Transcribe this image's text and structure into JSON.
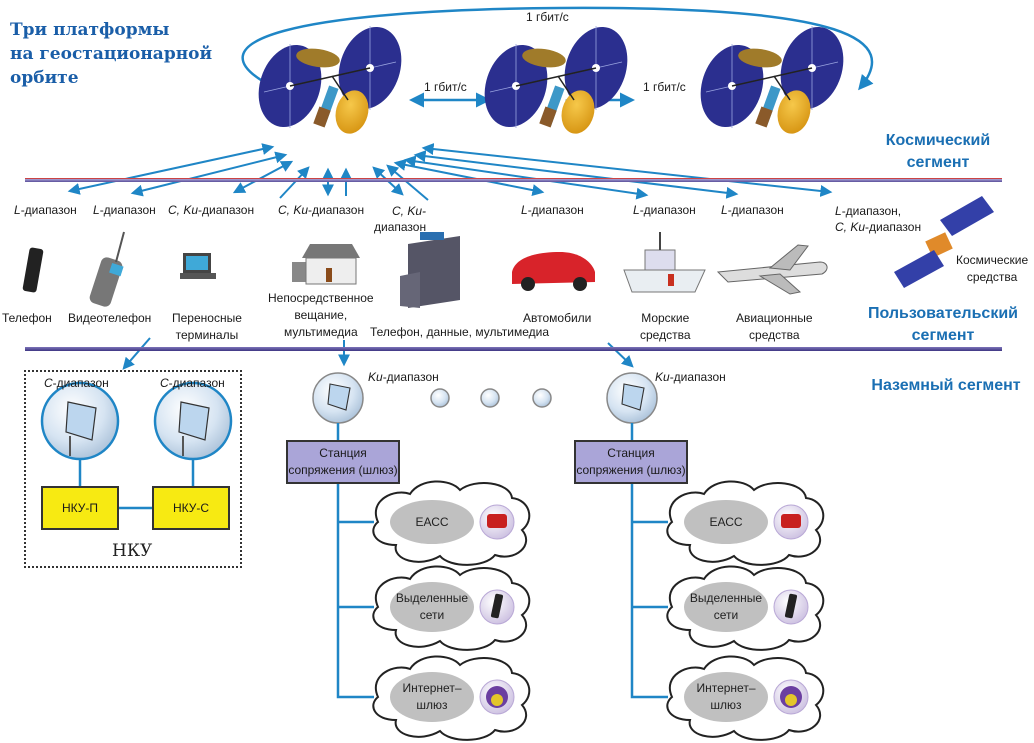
{
  "title": "Три платформы\nна геостационарной\nорбите",
  "title_lines": [
    "Три платформы",
    "на геостационарной",
    "орбите"
  ],
  "links": {
    "top_loop": "1 гбит/с",
    "sat1_sat2": "1 гбит/с",
    "sat2_sat3": "1 гбит/с"
  },
  "segments": {
    "space": [
      "Космический",
      "сегмент"
    ],
    "user": [
      "Пользовательский",
      "сегмент"
    ],
    "ground": "Наземный сегмент"
  },
  "user_terminals": [
    {
      "band_italic": "L",
      "band_rest": "-диапазон",
      "label": [
        "Телефон"
      ],
      "icon": "phone-icon"
    },
    {
      "band_italic": "L",
      "band_rest": "-диапазон",
      "label": [
        "Видеотелефон"
      ],
      "icon": "videophone-icon"
    },
    {
      "band_italic": "C, Ku",
      "band_rest": "-диапазон",
      "label": [
        "Переносные",
        "терминалы"
      ],
      "icon": "laptop-terminal-icon"
    },
    {
      "band_italic": "C, Ku",
      "band_rest": "-диапазон",
      "label": [
        "Непосредственное",
        "вещание,",
        "мультимедиа"
      ],
      "icon": "house-icon"
    },
    {
      "band_italic": "C, Ku-",
      "band_rest": "диапазон",
      "label": [
        "Телефон, данные, мультимедиа"
      ],
      "icon": "office-building-icon"
    },
    {
      "band_italic": "L",
      "band_rest": "-диапазон",
      "label": [
        "Автомобили"
      ],
      "icon": "car-icon"
    },
    {
      "band_italic": "L",
      "band_rest": "-диапазон",
      "label": [
        "Морские",
        "средства"
      ],
      "icon": "ship-icon"
    },
    {
      "band_italic": "L",
      "band_rest": "-диапазон",
      "label": [
        "Авиационные",
        "средства"
      ],
      "icon": "airplane-icon"
    },
    {
      "band_italic": "L",
      "band_rest": "-диапазон,",
      "band2_italic": "C, Ku",
      "band2_rest": "-диапазон",
      "label": [
        "Космические",
        "средства"
      ],
      "icon": "spacecraft-icon"
    }
  ],
  "nku": {
    "label": "НКУ",
    "stations": [
      {
        "band_italic": "C",
        "band_rest": "-диапазон",
        "box": "НКУ-П"
      },
      {
        "band_italic": "C",
        "band_rest": "-диапазон",
        "box": "НКУ-С"
      }
    ]
  },
  "gateways": [
    {
      "band_italic": "Ku",
      "band_rest": "-диапазон",
      "station": [
        "Станция",
        "сопряжения (шлюз)"
      ],
      "networks": [
        {
          "label": [
            "ЕАСС"
          ],
          "icon": "desk-phone-icon"
        },
        {
          "label": [
            "Выделенные",
            "сети"
          ],
          "icon": "mobile-phone-icon"
        },
        {
          "label": [
            "Интернет–",
            "шлюз"
          ],
          "icon": "globe-www-icon"
        }
      ]
    },
    {
      "band_italic": "Ku",
      "band_rest": "-диапазон",
      "station": [
        "Станция",
        "сопряжения (шлюз)"
      ],
      "networks": [
        {
          "label": [
            "ЕАСС"
          ],
          "icon": "desk-phone-icon"
        },
        {
          "label": [
            "Выделенные",
            "сети"
          ],
          "icon": "mobile-phone-icon"
        },
        {
          "label": [
            "Интернет–",
            "шлюз"
          ],
          "icon": "globe-www-icon"
        }
      ]
    }
  ],
  "colors": {
    "title_blue": "#1a5ea8",
    "segment_blue": "#1a6fb3",
    "arrow_blue": "#1f86c6",
    "solar_panel": "#2b2f8f",
    "antenna_gold": "#e8a81e",
    "nku_yellow": "#f7ea12",
    "gateway_lilac": "#aaa5d8",
    "divider_purple": "#5a4f9a"
  }
}
